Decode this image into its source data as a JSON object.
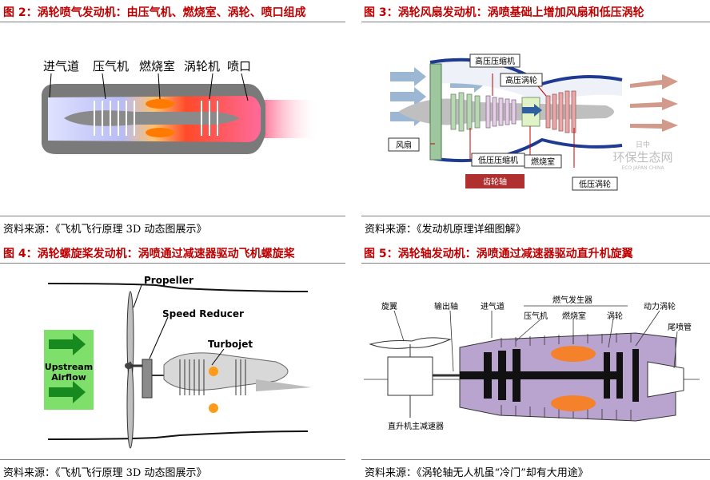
{
  "figures": [
    {
      "title": "图 2：涡轮喷气发动机：由压气机、燃烧室、涡轮、喷口组成",
      "source": "资料来源：《飞机飞行原理 3D 动态图展示》",
      "labels": [
        "进气道",
        "压气机",
        "燃烧室",
        "涡轮机",
        "喷口"
      ]
    },
    {
      "title": "图 3：涡轮风扇发动机：涡喷基础上增加风扇和低压涡轮",
      "source": "资料来源：《发动机原理详细图解》",
      "labels": {
        "hp_compressor": "高压压缩机",
        "hp_turbine": "高压涡轮",
        "fan": "风扇",
        "lp_compressor": "低压压缩机",
        "combustor": "燃烧室",
        "gear_shaft": "齿轮轴",
        "lp_turbine": "低压涡轮"
      },
      "watermark": {
        "line1": "日中",
        "line2": "环保生态网",
        "line3": "ECO JAPAN CHINA"
      }
    },
    {
      "title": "图 4：涡轮螺旋桨发动机：涡喷通过减速器驱动飞机螺旋桨",
      "source": "资料来源：《飞机飞行原理 3D 动态图展示》",
      "labels": {
        "propeller": "Propeller",
        "reducer": "Speed Reducer",
        "turbojet": "Turbojet",
        "airflow_1": "Upstream",
        "airflow_2": "Airflow"
      }
    },
    {
      "title": "图 5：涡轮轴发动机：涡喷通过减速器驱动直升机旋翼",
      "source": "资料来源：《涡轮轴无人机虽“冷门”却有大用途》",
      "labels": {
        "rotor": "旋翼",
        "output_shaft": "输出轴",
        "inlet": "进气道",
        "gas_generator": "燃气发生器",
        "compressor": "压气机",
        "combustor": "燃烧室",
        "turbine": "涡轮",
        "power_turbine": "动力涡轮",
        "nozzle": "尾喷管",
        "gearbox": "直升机主减速器"
      }
    }
  ],
  "colors": {
    "title": "#c00000",
    "rule": "#7f7f7f",
    "accent_blue": "#1f3a93"
  }
}
